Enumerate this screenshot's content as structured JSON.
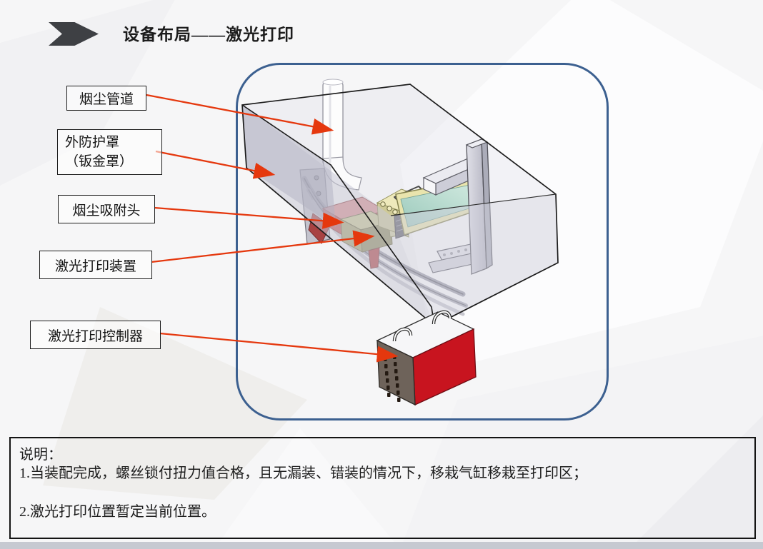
{
  "title": {
    "text": "设备布局——激光打印"
  },
  "labels": [
    {
      "text": "烟尘管道"
    },
    {
      "text": "外防护罩",
      "text2": "（钣金罩）"
    },
    {
      "text": "烟尘吸附头"
    },
    {
      "text": "激光打印装置"
    },
    {
      "text": "激光打印控制器"
    }
  ],
  "notes": {
    "heading": "说明：",
    "item1": "1.当装配完成，螺丝锁付扭力值合格，且无漏装、错装的情况下，移栽气缸移栽至打印区；",
    "item2": "2.激光打印位置暂定当前位置。"
  },
  "diagram_parts": [
    "smoke-pipe",
    "outer-cover",
    "smoke-adsorption-head",
    "laser-print-device",
    "laser-print-controller"
  ],
  "colors": {
    "arrow_red": "#e5380e",
    "card_border_blue": "#3c6090",
    "controller_red": "#c8141f",
    "machine_yellow": "#e9e4ad",
    "screen_teal": "#a9d3c6",
    "footer_strip": "#c6c9d1",
    "background": "#f6f6f7"
  }
}
